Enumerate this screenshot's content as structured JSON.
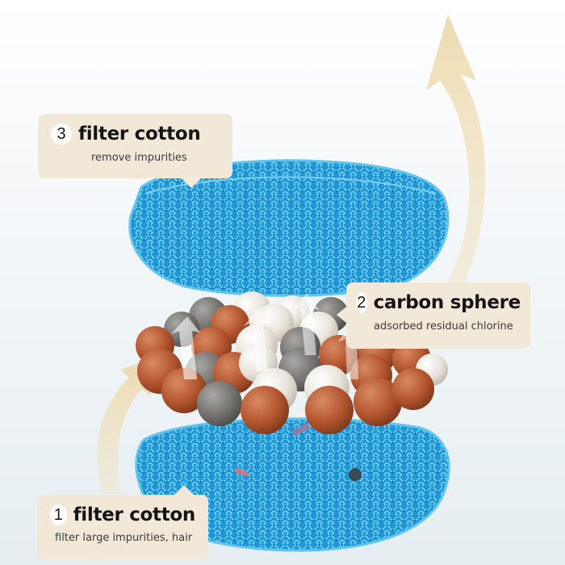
{
  "colors": {
    "background_top": "#ffffff",
    "background_bottom": "#e9f0f3",
    "callout_fill": "#f1e8d8",
    "flow_arrow": "#efdcb4",
    "sponge_blue": "#2da7e3",
    "sphere_brown": "#b55a37",
    "sphere_gray": "#7b7b78",
    "sphere_white": "#ece8e0"
  },
  "callouts": [
    {
      "number": "3",
      "title": "filter cotton",
      "description": "remove impurities"
    },
    {
      "number": "2",
      "title": "carbon sphere",
      "description": "adsorbed residual chlorine"
    },
    {
      "number": "1",
      "title": "filter cotton",
      "description": "filter large impurities, hair"
    }
  ]
}
